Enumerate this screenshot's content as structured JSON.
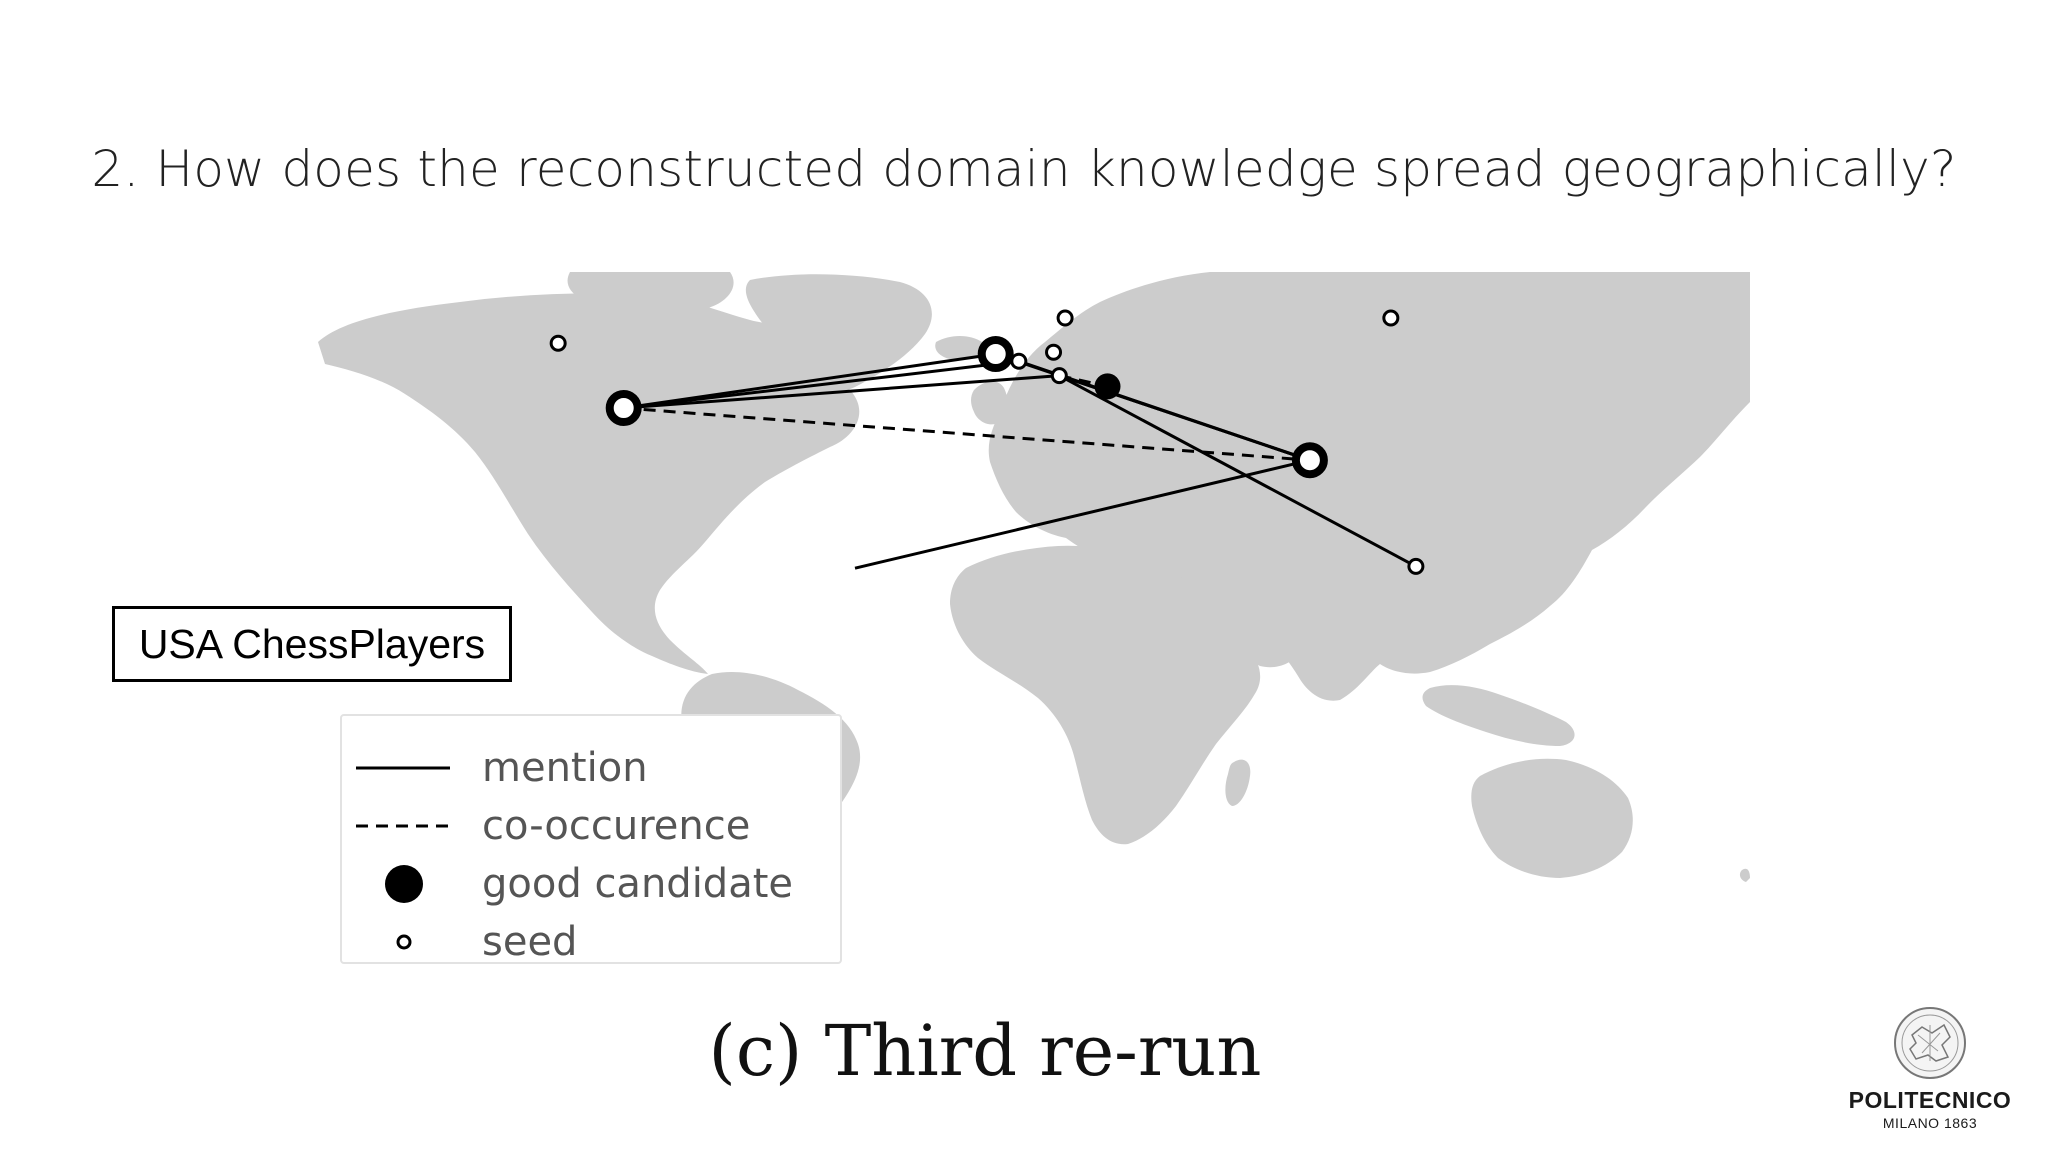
{
  "slide": {
    "title": "2. How does the reconstructed domain knowledge spread geographically?",
    "caption": "(c) Third re-run"
  },
  "map": {
    "tag": "USA ChessPlayers",
    "colors": {
      "land": "#cccccc",
      "line": "#000000",
      "background": "#ffffff"
    },
    "nodes": [
      {
        "id": "usa",
        "kind": "hub-seed",
        "lat": 38.5,
        "lon": -98.0
      },
      {
        "id": "uk",
        "kind": "hub-seed",
        "lat": 53.5,
        "lon": -1.5
      },
      {
        "id": "india",
        "kind": "hub-seed",
        "lat": 24.0,
        "lon": 80.0
      },
      {
        "id": "canada",
        "kind": "seed",
        "lat": 56.5,
        "lon": -115.0
      },
      {
        "id": "norway",
        "kind": "seed",
        "lat": 63.5,
        "lon": 16.5
      },
      {
        "id": "russia",
        "kind": "seed",
        "lat": 63.5,
        "lon": 101.0
      },
      {
        "id": "germany",
        "kind": "seed",
        "lat": 54.0,
        "lon": 13.5
      },
      {
        "id": "netherlands",
        "kind": "seed",
        "lat": 51.5,
        "lon": 4.5
      },
      {
        "id": "austria",
        "kind": "seed",
        "lat": 47.5,
        "lon": 15.0
      },
      {
        "id": "indonesia",
        "kind": "seed",
        "lat": -5.5,
        "lon": 107.5
      },
      {
        "id": "bulgaria",
        "kind": "good-candidate",
        "lat": 44.5,
        "lon": 27.5
      }
    ],
    "edges": [
      {
        "from": "usa",
        "to": "uk",
        "type": "mention"
      },
      {
        "from": "usa",
        "to": "netherlands",
        "type": "mention"
      },
      {
        "from": "usa",
        "to": "austria",
        "type": "mention"
      },
      {
        "from": "usa",
        "to": "india",
        "type": "co-occurence"
      },
      {
        "from": "uk",
        "to": "india",
        "type": "mention"
      },
      {
        "from": "netherlands",
        "to": "india",
        "type": "mention"
      },
      {
        "from": "austria",
        "to": "india",
        "type": "mention"
      },
      {
        "from": "austria",
        "to": "indonesia",
        "type": "mention"
      },
      {
        "from": "austria",
        "to": "bulgaria",
        "type": "co-occurence"
      },
      {
        "from": "india",
        "to": "brazil",
        "type": "mention"
      }
    ],
    "extra_points": [
      {
        "id": "brazil",
        "lat": -6.0,
        "lon": -38.0
      }
    ]
  },
  "legend": {
    "items": [
      {
        "label": "mention",
        "symbol": "solid-line"
      },
      {
        "label": "co-occurence",
        "symbol": "dashed-line"
      },
      {
        "label": "good candidate",
        "symbol": "filled-dot"
      },
      {
        "label": "seed",
        "symbol": "hollow-dot"
      }
    ]
  },
  "logo": {
    "name": "POLITECNICO",
    "sub": "MILANO 1863",
    "icon": "seal-icon"
  }
}
